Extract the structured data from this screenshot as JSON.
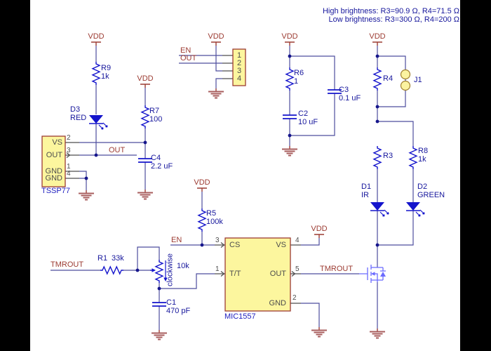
{
  "note": {
    "line1": "High brightness: R3=90.9 Ω, R4=71.5 Ω",
    "line2": "Low brightness: R3=300 Ω, R4=200 Ω"
  },
  "nets": {
    "vdd": "VDD",
    "en": "EN",
    "out": "OUT",
    "tmrout": "TMROUT"
  },
  "parts": {
    "r1": {
      "ref": "R1",
      "value": "33k"
    },
    "r3": {
      "ref": "R3"
    },
    "r4": {
      "ref": "R4"
    },
    "r5": {
      "ref": "R5",
      "value": "100k"
    },
    "r6": {
      "ref": "R6",
      "value": "1"
    },
    "r7": {
      "ref": "R7",
      "value": "100"
    },
    "r8": {
      "ref": "R8",
      "value": "1k"
    },
    "r9": {
      "ref": "R9",
      "value": "1k"
    },
    "pot": {
      "value": "10k",
      "direction": "clockwise"
    },
    "c1": {
      "ref": "C1",
      "value": "470 pF"
    },
    "c2": {
      "ref": "C2",
      "value": "10 uF"
    },
    "c3": {
      "ref": "C3",
      "value": "0.1 uF"
    },
    "c4": {
      "ref": "C4",
      "value": "2.2 uF"
    },
    "d1": {
      "ref": "D1",
      "value": "IR"
    },
    "d2": {
      "ref": "D2",
      "value": "GREEN"
    },
    "d3": {
      "ref": "D3",
      "value": "RED"
    },
    "j1": {
      "ref": "J1"
    }
  },
  "ics": {
    "tssp77": {
      "name": "TSSP77",
      "pin_vs": "VS",
      "pin_out": "OUT",
      "pin_gnd1": "GND",
      "pin_gnd4": "GND",
      "num_vs": "2",
      "num_out": "3",
      "num_gnd1": "1",
      "num_gnd4": "4"
    },
    "mic1557": {
      "name": "MIC1557",
      "pin_cs": "CS",
      "pin_tt": "T/T",
      "pin_vs": "VS",
      "pin_out": "OUT",
      "pin_gnd": "GND",
      "num_cs": "3",
      "num_tt": "1",
      "num_vs": "4",
      "num_out": "5",
      "num_gnd": "2"
    },
    "header": {
      "p1": "1",
      "p2": "2",
      "p3": "3",
      "p4": "4"
    }
  },
  "colors": {
    "wire": "#4d4d9e",
    "component": "#1414cc",
    "net_label": "#9c3b32",
    "label": "#16169c",
    "ic_label": "#2020c0",
    "ground": "#a85e5e",
    "box_fill": "#fcf69e",
    "box_border": "#9c3b32",
    "pin": "#4d4d4d",
    "mosfet": "#6b6bff"
  }
}
